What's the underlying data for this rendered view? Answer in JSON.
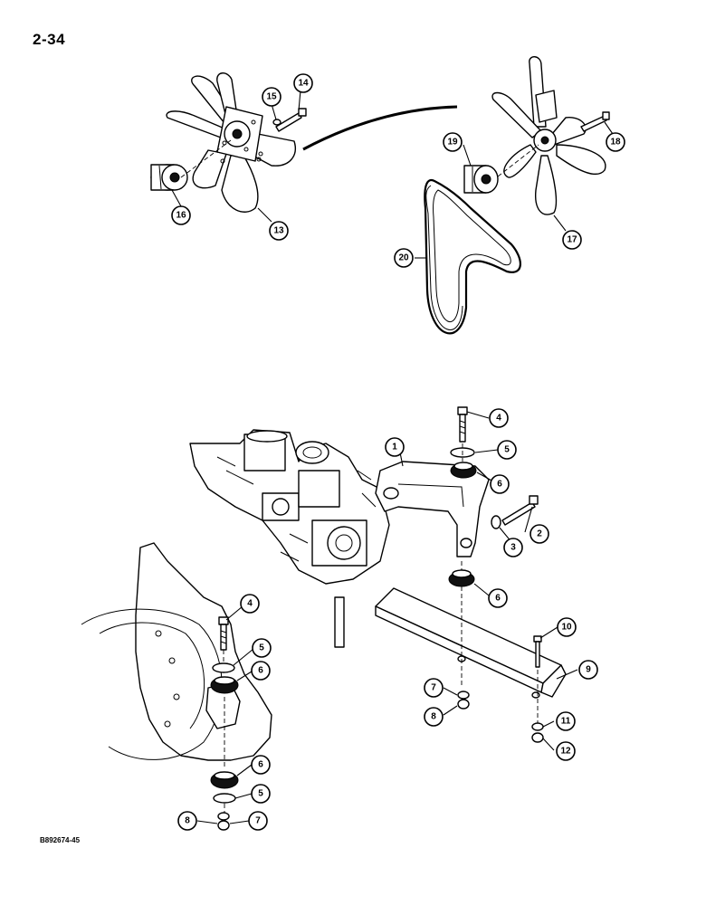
{
  "page": {
    "number": "2-34",
    "reference_code": "B892674-45"
  },
  "callouts": {
    "c1": "1",
    "c2": "2",
    "c3": "3",
    "c4a": "4",
    "c4b": "4",
    "c5a": "5",
    "c5b": "5",
    "c5c": "5",
    "c6a": "6",
    "c6b": "6",
    "c6c": "6",
    "c6d": "6",
    "c7a": "7",
    "c7b": "7",
    "c8a": "8",
    "c8b": "8",
    "c9": "9",
    "c10": "10",
    "c11": "11",
    "c12": "12",
    "c13": "13",
    "c14": "14",
    "c15": "15",
    "c16": "16",
    "c17": "17",
    "c18": "18",
    "c19": "19",
    "c20": "20"
  },
  "icons": {
    "fan_left": "fan-assembly-icon",
    "fan_right": "fan-assembly-icon",
    "belt": "drive-belt-icon",
    "engine": "engine-block-icon",
    "bracket": "engine-mount-bracket-icon",
    "support": "support-channel-icon"
  }
}
